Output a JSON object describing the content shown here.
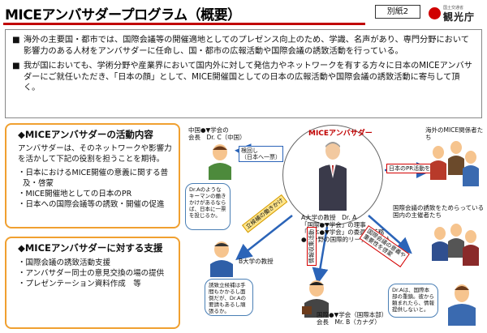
{
  "header": {
    "title": "MICEアンバサダープログラム（概要）",
    "annex": "別紙2",
    "logo_small": "国土交通省",
    "logo_text": "観光庁"
  },
  "intro": {
    "bullet": "■",
    "p1": "海外の主要国・都市では、国際会議等の開催適地としてのプレゼンス向上のため、学識、名声があり、専門分野において影響力のある人材をアンバサダーに任命し、国・都市の広報活動や国際会議の誘致活動を行っている。",
    "p2": "我が国においても、学術分野や産業界において国内外に対して発信力やネットワークを有する方々に日本のMICEアンバサダーにご就任いただき、「日本の顔」として、MICE開催国としての日本の広報活動や国際会議の誘致活動に寄与して頂く。"
  },
  "activities": {
    "heading": "◆MICEアンバサダーの活動内容",
    "lead": "アンバサダーは、そのネットワークや影響力を活かして下記の役割を担うことを期待。",
    "items": [
      "・日本におけるMICE開催の意義に関する普及・啓蒙",
      "・MICE開催地としての日本のPR",
      "・日本への国際会議等の誘致・開催の促進"
    ]
  },
  "support": {
    "heading": "◆MICEアンバサダーに対する支援",
    "items": [
      "・国際会議の誘致活動支援",
      "・アンバサダー同士の意見交換の場の提供",
      "・プレゼンテーション資料作成　等"
    ]
  },
  "diagram": {
    "ambassador_label": "MICEアンバサダー",
    "center_text": "A大学の教授　Dr. A\n「国際●▼学会」の理事\n「日本●▼学会」の委員も兼務\n●●分野の国際的リーダーの一人",
    "person_c": "中国●▼学会の\n会長　Dr. C（中国）",
    "overseas": "海外のMICE関係者たち",
    "organizers": "国際会議の誘致をためらっている\n国内の主催者たち",
    "professor_b": "B大学の教授",
    "person_b": "国際●▼学会（国際本部）\n会長　Mr. B（カナダ）",
    "bubble_c": "Dr.Aのようなキーマンの働きかけがあるならば、日本に一票を投じるか。",
    "bubble_b_prof": "誘致立候補は手間もかかるし面倒だが、Dr.Aの要請もあるし頑張るか。",
    "bubble_hq": "Dr.Aは、国際本部の重鎮。彼から頼まれたら、情報提供しないと。",
    "arrow_lobby": "根回し\n（日本へ一票）",
    "arrow_pr": "日本のPR活動を実施",
    "arrow_bid": "立候補の働きかけ",
    "arrow_info": "情報収集活動",
    "arrow_meaning": "国際会議の意義や\n重要性を啓蒙"
  },
  "colors": {
    "accent_red": "#c00000",
    "orange_border": "#f0a030",
    "arrow_blue": "#2b64b8"
  }
}
